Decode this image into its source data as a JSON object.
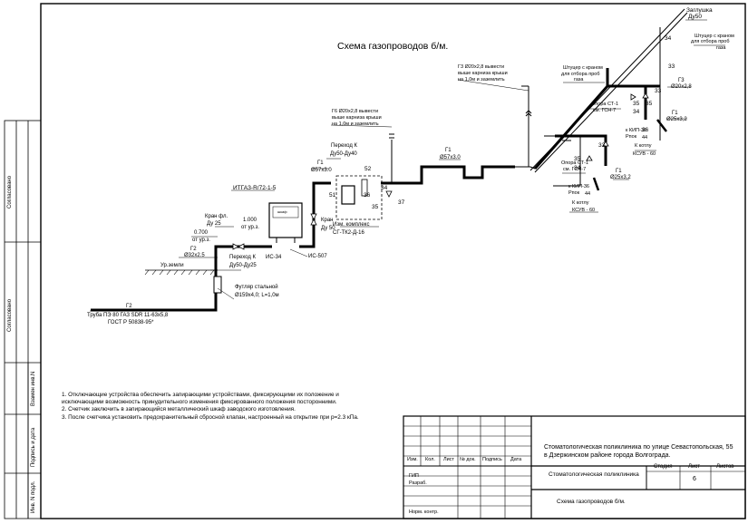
{
  "title": "Схема газопроводов б/м.",
  "labels": {
    "plug": "Заглушка",
    "plug_dn": "Ду50",
    "fitting_top_1": "Штуцер с краном",
    "fitting_top_2": "для отбора проб",
    "fitting_top_3": "газа",
    "fitting_mid_1": "Штуцер с краном",
    "fitting_mid_2": "для отбора проб",
    "fitting_mid_3": "газа",
    "g3_1": "Г3 Ø20х2,8 вывести",
    "g3_2": "выше карниза крыши",
    "g3_3": "на 1,0м и заземлить",
    "g6_1": "Г6 Ø20х2,8 вывести",
    "g6_2": "выше карниза крыши",
    "g6_3": "на 1,0м и заземлить",
    "g3_right_code": "Г3",
    "g3_right_dim": "Ø20х2,8",
    "support_top_1": "Опора СТ-1",
    "support_top_2": "см. ГСН-7",
    "support_mid_1": "Опора СТ-1",
    "support_mid_2": "см. ГСН-7",
    "g1_r1_code": "Г1",
    "g1_r1_dim": "Ø25х3,2",
    "g1_r2_code": "Г1",
    "g1_r2_dim": "Ø25х3,2",
    "kip_a_1": "к КИП-36",
    "kip_a_2": "Pпок",
    "kip_a_3": "44",
    "kip_b_1": "к КИП-36",
    "kip_b_2": "Pпок",
    "kip_b_3": "44",
    "to_boiler_a": "К котлу",
    "to_boiler_a_model": "КСУВ - 60",
    "to_boiler_b": "К котлу",
    "to_boiler_b_model": "КСУВ - 60",
    "g1_mid_code": "Г1",
    "g1_mid_dim": "Ø57х3.0",
    "g1_left_code": "Г1",
    "g1_left_dim": "Ø57х3.0",
    "reducer_k_1": "Переход К",
    "reducer_k_2": "Ду50-Ду40",
    "itgaz": "ИТГАЗ-R/72-1-5",
    "crane_dn50_1": "Кран",
    "crane_dn50_2": "Ду 50",
    "complex_1": "Изм. комплекс",
    "complex_2": "СГ-ТК2-Д-16",
    "crane_fl_1": "Кран фл.",
    "crane_fl_2": "Ду 25",
    "elev_1000": "1.000",
    "elev_1000_ref": "от ур.з.",
    "elev_0700": "0.700",
    "elev_0700_ref": "от ур.з.",
    "g2_code": "Г2",
    "g2_dim": "Ø32х2.5",
    "ground_level": "Ур.земли",
    "reducer_k_b_1": "Переход К",
    "reducer_k_b_2": "Ду50-Ду25",
    "is34": "ИС-34",
    "is507": "ИС-507",
    "sleeve_1": "Футляр стальной",
    "sleeve_2": "Ø159х4,0; L=1,0м",
    "g2_bottom_code": "Г2",
    "pipe_pe_1": "Труба ПЭ 80 ГАЗ SDR 11-63х5,8",
    "pipe_pe_2": "ГОСТ Р 50838-95*",
    "meter_cabinet": "шкаф",
    "n33a": "33",
    "n33b": "33",
    "n33c": "33",
    "n34a": "34",
    "n34b": "34",
    "n34c": "34",
    "n34d": "34",
    "n35a": "35",
    "n35b": "35",
    "n35c": "35",
    "n35d": "35",
    "n36a": "36",
    "n36b": "36",
    "n37": "37",
    "n51": "51",
    "n52": "52"
  },
  "notes": [
    "1.  Отключающие устройства обеспечить запирающими устройствами, фиксирующими их положение и",
    "     исключающими возможность принудительного изменения фиксированного положения посторонними.",
    "2.  Счетчик заключить в запирающийся металлический шкаф заводского изготовления.",
    "3.  После счетчика установить предохранительный сбросной клапан, настроенный на открытие при р=2.3 кПа."
  ],
  "side_stamps": {
    "top": "Согласовано",
    "middle": "Согласовано",
    "inv_replace": "Взамен инв.N",
    "sign_date": "Подпись и дата",
    "inv_orig": "Инв. N подл."
  },
  "title_block": {
    "headers": [
      "Изм.",
      "Кол.",
      "Лист",
      "№ док.",
      "Подпись",
      "Дата"
    ],
    "roles": [
      "ГИП",
      "Разраб.",
      "Норм. контр."
    ],
    "project": "Стоматологическая поликлиника по улице Севастопольская, 55\nв Дзержинском районе города Волгограда.",
    "object": "Стоматологическая поликлиника",
    "drawing": "Схема газопроводов б/м.",
    "stage_label": "Стадия",
    "sheet_label": "Лист",
    "sheets_label": "Листов",
    "stage": "",
    "sheet": "6",
    "sheets": ""
  }
}
